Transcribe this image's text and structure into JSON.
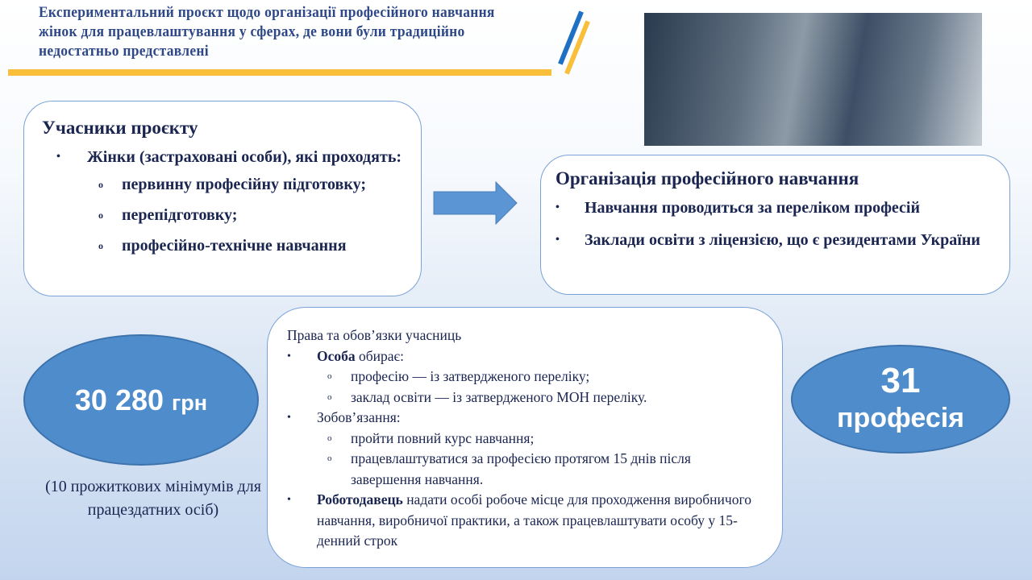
{
  "title": "Експериментальний проєкт щодо організації професійного навчання жінок для працевлаштування у сферах, де вони були традиційно недостатньо представлені",
  "participants": {
    "heading": "Учасники проєкту",
    "item": "Жінки (застраховані особи), які проходять:",
    "sub": [
      "первинну професійну підготовку;",
      "перепідготовку;",
      "професійно-технічне навчання"
    ]
  },
  "organization": {
    "heading": "Організація професійного навчання",
    "items": [
      "Навчання проводиться за переліком професій",
      "Заклади освіти з ліцензією, що є резидентами України"
    ]
  },
  "amount": {
    "value": "30 280",
    "unit": "грн",
    "note": "(10 прожиткових мінімумів для працездатних осіб)"
  },
  "professions": {
    "value": "31",
    "label": "професія"
  },
  "rights": {
    "heading": "Права та обов’язки учасниць",
    "person_bold": "Особа",
    "person_rest": " обирає:",
    "person_sub": [
      "професію — із затвердженого переліку;",
      "заклад освіти — із затвердженого МОН переліку."
    ],
    "obligations": "Зобов’язання:",
    "obligations_sub": [
      "пройти повний курс навчання;",
      "працевлаштуватися за професією протягом 15 днів після завершення навчання."
    ],
    "employer_bold": "Роботодавець",
    "employer_rest": " надати особі робоче місце для проходження виробничого навчання, виробничої практики, а також працевлаштувати особу у 15-денний строк"
  },
  "colors": {
    "accent": "#4f8ccc",
    "gold": "#f9bf3b",
    "blue": "#1f6fc4"
  }
}
